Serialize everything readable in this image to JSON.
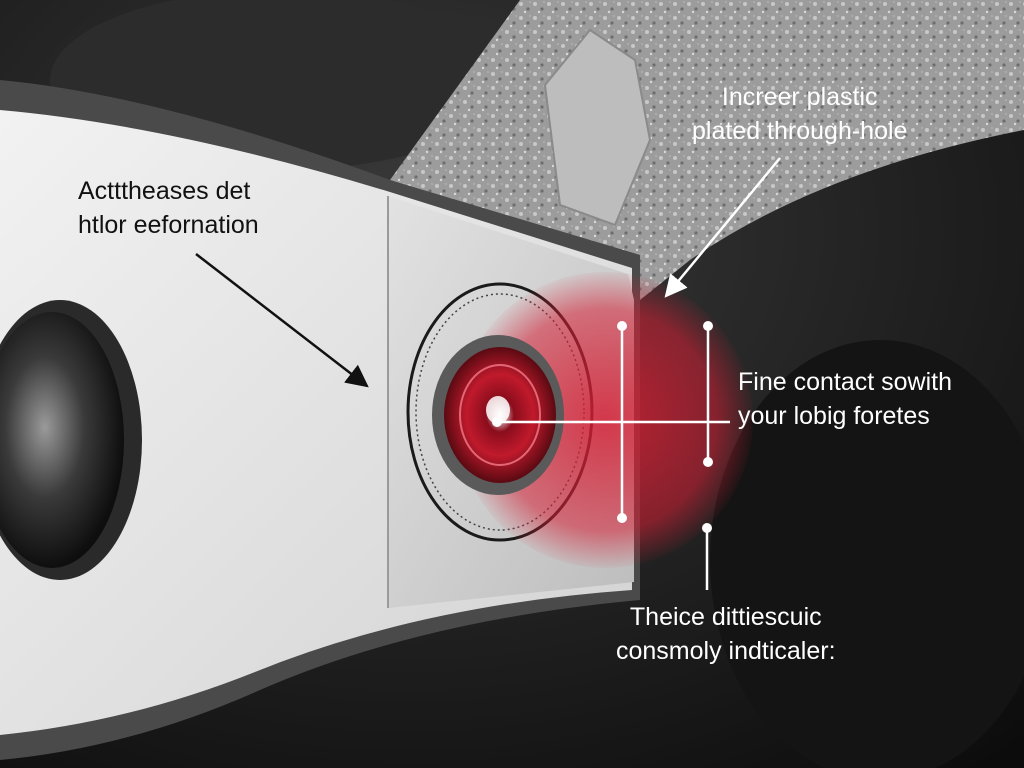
{
  "colors": {
    "accent": "#c0182a",
    "background": "#1a1a1a",
    "plate": "#e6e6e6",
    "dark_text": "#111111",
    "light_text": "#ffffff"
  },
  "callouts": {
    "deformation": {
      "line1": "Actttheases det",
      "line2": "htlor eefornation"
    },
    "through_hole": {
      "line1": "Increer plastic",
      "line2": "plated through-hole"
    },
    "contact": {
      "line1": "Fine contact sowith",
      "line2": "your lobig foretes"
    },
    "indicator": {
      "line1": "Theice dittiescuic",
      "line2": "consmoly indticaler:"
    }
  }
}
